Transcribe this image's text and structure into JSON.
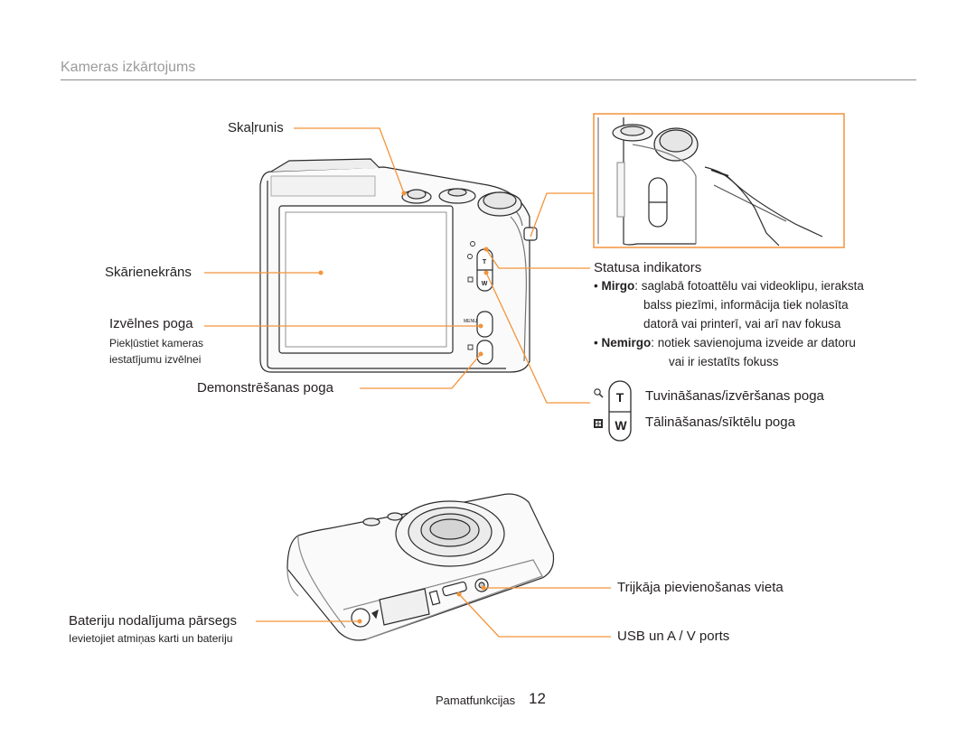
{
  "header": {
    "title": "Kameras izkārtojums"
  },
  "labels": {
    "speaker": "Skaļrunis",
    "touchscreen": "Skārienekrāns",
    "menu_button": "Izvēlnes poga",
    "menu_button_desc_1": "Piekļūstiet kameras",
    "menu_button_desc_2": "iestatījumu izvēlnei",
    "demo_button": "Demonstrēšanas poga",
    "status_indicator": "Statusa indikators",
    "blinking_term": "Mirgo",
    "blinking_desc_1": ": saglabā fotoattēlu vai videoklipu, ieraksta",
    "blinking_desc_2": "balss piezīmi, informācija tiek nolasīta",
    "blinking_desc_3": "datorā vai printerī, vai arī nav fokusa",
    "steady_term": "Nemirgo",
    "steady_desc_1": ": notiek savienojuma izveide ar datoru",
    "steady_desc_2": "vai ir iestatīts fokuss",
    "zoom_in": "Tuvināšanas/izvēršanas poga",
    "zoom_out": "Tālināšanas/sīktēlu poga",
    "zoom_t": "T",
    "zoom_w": "W",
    "tripod": "Trijkāja pievienošanas vieta",
    "usb": "USB un A / V ports",
    "battery_cover": "Bateriju nodalījuma pārsegs",
    "battery_cover_desc": "Ievietojiet atmiņas karti un bateriju",
    "camera_menu_text": "MENU",
    "camera_t": "T",
    "camera_w": "W"
  },
  "footer": {
    "section": "Pamatfunkcijas",
    "page": "12"
  },
  "colors": {
    "accent": "#f3943b",
    "header": "#9b9b9b",
    "text": "#231f20"
  }
}
